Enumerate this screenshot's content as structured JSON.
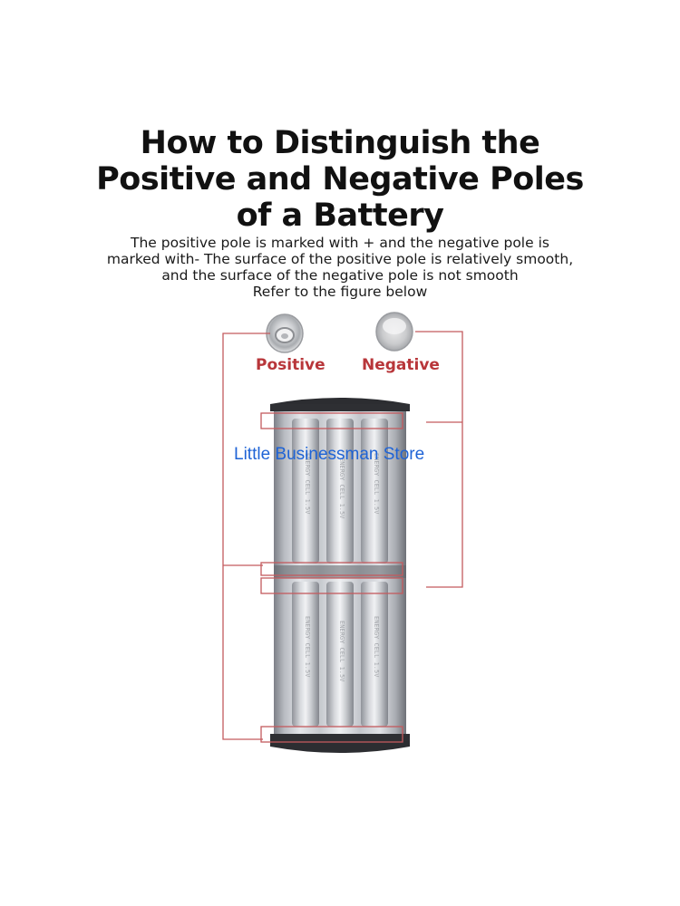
{
  "title": {
    "line1": "How to Distinguish the",
    "line2": "Positive and Negative Poles",
    "line3": "of a Battery"
  },
  "description": {
    "line1": "The positive pole is marked with + and the negative pole is",
    "line2": "marked with- The surface of the positive pole is relatively smooth,",
    "line3": "and the surface of the negative pole is not smooth",
    "line4": "Refer to the figure below"
  },
  "figure": {
    "positive_label": "Positive",
    "negative_label": "Negative",
    "accent_color": "#b8363a",
    "icons": [
      "positive-pole-icon",
      "negative-pole-icon"
    ]
  },
  "watermark": "Little Businessman Store"
}
